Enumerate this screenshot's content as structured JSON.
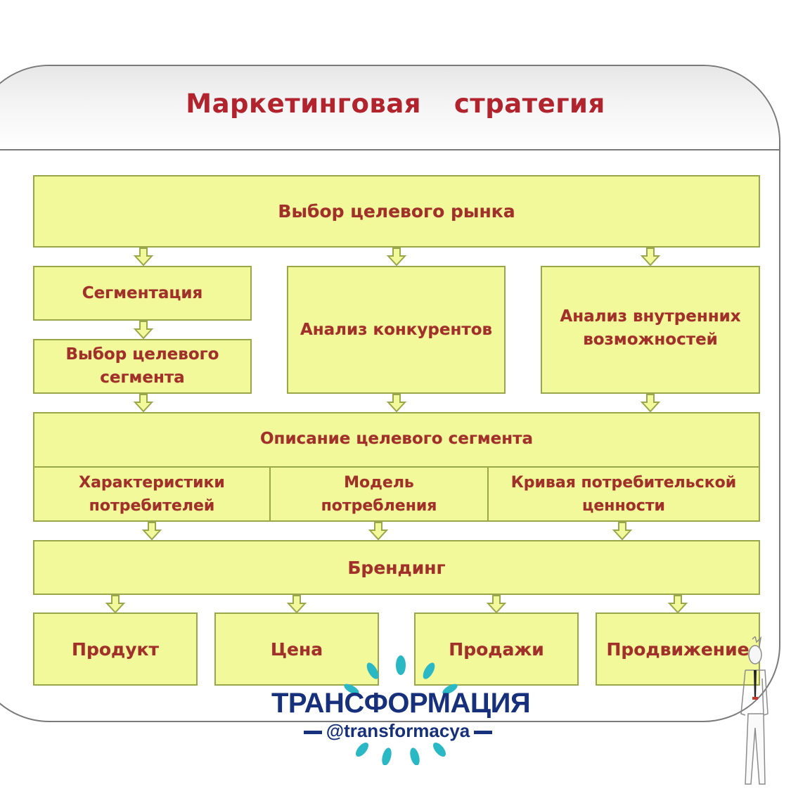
{
  "title": "Маркетинговая  стратегия",
  "boxes": {
    "target_market": "Выбор целевого рынка",
    "segmentation": "Сегментация",
    "target_segment_choice": "Выбор целевого\nсегмента",
    "competitor_analysis": "Анализ конкурентов",
    "internal_analysis": "Анализ внутренних\nвозможностей",
    "segment_description": "Описание целевого сегмента",
    "consumer_characteristics": "Характеристики\nпотребителей",
    "consumption_model": "Модель\nпотребления",
    "value_curve": "Кривая потребительской\nценности",
    "branding": "Брендинг",
    "product": "Продукт",
    "price": "Цена",
    "sales": "Продажи",
    "promotion": "Продвижение"
  },
  "watermark": {
    "name": "ТРАНСФОРМАЦИЯ",
    "handle": "@transformacya"
  },
  "colors": {
    "box_fill": "#f2f99b",
    "box_border": "#9aa64a",
    "box_text": "#a2302a",
    "title": "#b1232d",
    "watermark_text": "#17307c",
    "watermark_rays": "#2ab9c4"
  },
  "icons": {
    "arrow": "hollow-down-arrow-icon",
    "watermark_figure": "person-figure-icon"
  }
}
